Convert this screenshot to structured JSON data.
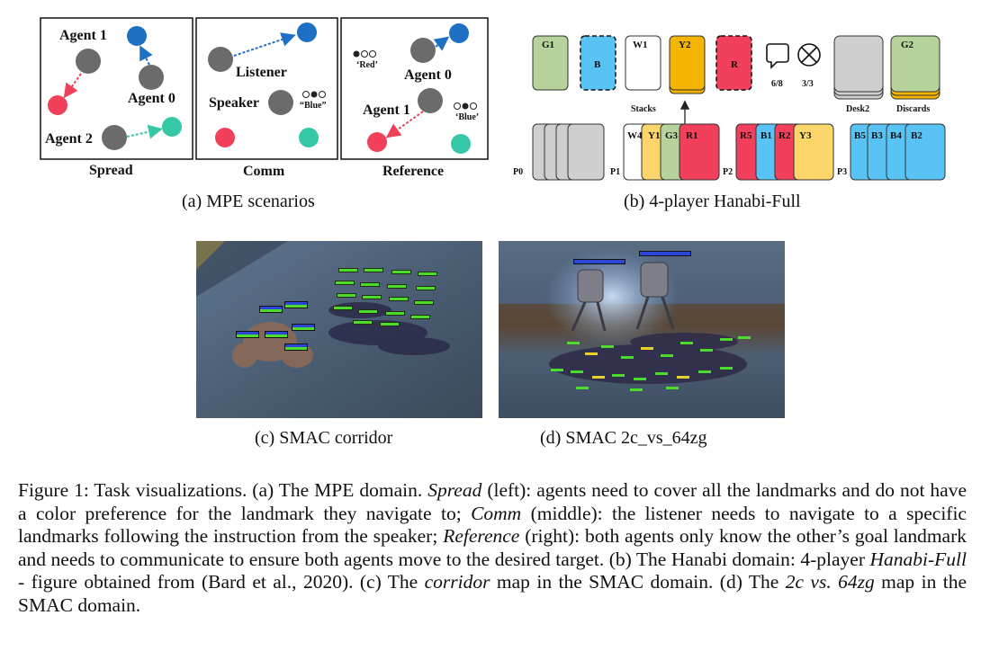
{
  "mpe": {
    "spread": {
      "title": "Spread",
      "agent1": "Agent 1",
      "agent0": "Agent 0",
      "agent2": "Agent 2"
    },
    "comm": {
      "title": "Comm",
      "listener": "Listener",
      "speaker": "Speaker",
      "speaker_msg": "“Blue”"
    },
    "reference": {
      "title": "Reference",
      "agent0": "Agent 0",
      "agent1": "Agent 1",
      "red_msg": "‘Red’",
      "blue_msg": "‘Blue’"
    },
    "caption": "(a)  MPE scenarios"
  },
  "hanabi": {
    "top_cards": [
      "G1",
      "B",
      "W1",
      "Y2",
      "R"
    ],
    "hint_count": "6/8",
    "life_count": "3/3",
    "stacks_label": "Stacks",
    "deck_label": "Desk2",
    "discards_label": "Discards",
    "discard_card": "G2",
    "players": [
      "P0",
      "P1",
      "P2",
      "P3"
    ],
    "p1_cards": [
      "W4",
      "Y1",
      "G3",
      "R1"
    ],
    "p2_cards": [
      "R5",
      "B1",
      "R2",
      "Y3"
    ],
    "p3_cards": [
      "B5",
      "B3",
      "B4",
      "B2"
    ],
    "caption": "(b)  4-player Hanabi-Full"
  },
  "smac": {
    "corridor_caption": "(c)  SMAC corridor",
    "zg_caption": "(d)  SMAC 2c_vs_64zg"
  },
  "figure_caption": {
    "p1": "Figure 1: Task visualizations. (a) The MPE domain. ",
    "spread": "Spread",
    "p2": " (left): agents need to cover all the landmarks and do not have a color preference for the landmark they navigate to; ",
    "comm": "Comm",
    "p3": " (middle): the listener needs to navigate to a specific landmarks following the instruction from the speaker; ",
    "reference": "Reference",
    "p4": " (right): both agents only know the other’s goal landmark and needs to communicate to ensure both agents move to the desired target. (b) The Hanabi domain: 4-player ",
    "hanabi_full": "Hanabi-Full",
    "p5": " - figure obtained from (Bard et al., 2020). (c) The ",
    "corridor": "corridor",
    "p6": " map in the SMAC domain. (d) The ",
    "zg": "2c vs. 64zg",
    "p7": " map in the SMAC domain."
  },
  "colors": {
    "agent_gray": "#6b6b6b",
    "landmark_blue": "#1f6fc4",
    "landmark_red": "#f0405a",
    "landmark_teal": "#35c7a6",
    "card_green": "#b5d39a",
    "card_blue": "#59c3f5",
    "card_yellow": "#fcd66b",
    "card_orange": "#f5b400",
    "card_red": "#f23f5c",
    "card_gray": "#cfcfcf"
  }
}
